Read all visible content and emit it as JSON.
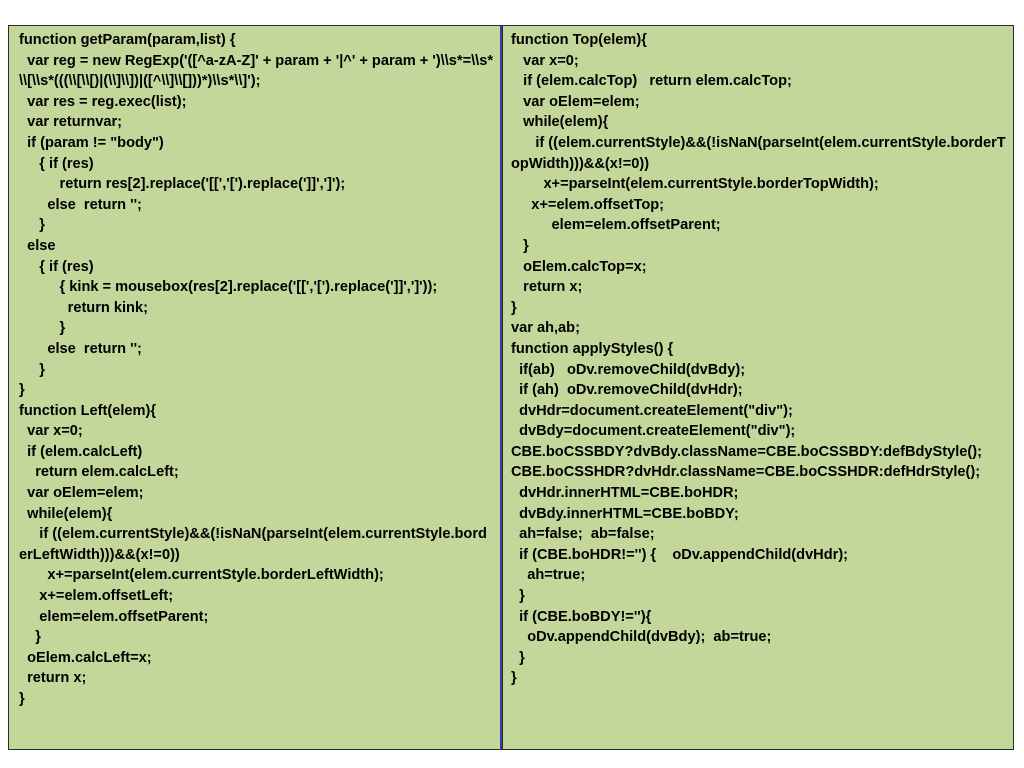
{
  "left_panel": {
    "lines": [
      "function getParam(param,list) {",
      "  var reg = new RegExp('([^a-zA-Z]' + param + '|^' + param + ')\\\\s*=\\\\s*\\\\[\\\\s*(((\\\\[\\\\[)|(\\\\]\\\\])|([^\\\\]\\\\[]))*)\\\\s*\\\\]');",
      "  var res = reg.exec(list);",
      "  var returnvar;",
      "  if (param != \"body\")",
      "     { if (res)",
      "          return res[2].replace('[[','[').replace(']]',']');",
      "       else  return '';",
      "     }",
      "  else",
      "     { if (res)",
      "          { kink = mousebox(res[2].replace('[[','[').replace(']]',']'));",
      "            return kink;",
      "          }",
      "       else  return '';",
      "     }",
      "}",
      "function Left(elem){",
      "  var x=0;",
      "  if (elem.calcLeft)",
      "    return elem.calcLeft;",
      "  var oElem=elem;",
      "  while(elem){",
      "     if ((elem.currentStyle)&&(!isNaN(parseInt(elem.currentStyle.borderLeftWidth)))&&(x!=0))",
      "       x+=parseInt(elem.currentStyle.borderLeftWidth);",
      "     x+=elem.offsetLeft;",
      "     elem=elem.offsetParent;",
      "    }",
      "  oElem.calcLeft=x;",
      "  return x;",
      "}"
    ]
  },
  "right_panel": {
    "lines": [
      "function Top(elem){",
      "   var x=0;",
      "   if (elem.calcTop)   return elem.calcTop;",
      "   var oElem=elem;",
      "   while(elem){",
      "      if ((elem.currentStyle)&&(!isNaN(parseInt(elem.currentStyle.borderTopWidth)))&&(x!=0))",
      "        x+=parseInt(elem.currentStyle.borderTopWidth);",
      "     x+=elem.offsetTop;",
      "          elem=elem.offsetParent;",
      "   }",
      "   oElem.calcTop=x;",
      "   return x;",
      "}",
      "var ah,ab;",
      "function applyStyles() {",
      "  if(ab)   oDv.removeChild(dvBdy);",
      "  if (ah)  oDv.removeChild(dvHdr);",
      "  dvHdr=document.createElement(\"div\");",
      "  dvBdy=document.createElement(\"div\");",
      "CBE.boCSSBDY?dvBdy.className=CBE.boCSSBDY:defBdyStyle();",
      "CBE.boCSSHDR?dvHdr.className=CBE.boCSSHDR:defHdrStyle();",
      "  dvHdr.innerHTML=CBE.boHDR;",
      "  dvBdy.innerHTML=CBE.boBDY;",
      "  ah=false;  ab=false;",
      "  if (CBE.boHDR!='') {    oDv.appendChild(dvHdr);",
      "    ah=true;",
      "  }",
      "  if (CBE.boBDY!=''){",
      "    oDv.appendChild(dvBdy);  ab=true;",
      "  }",
      "}"
    ]
  },
  "colors": {
    "panel_background": "#c3d79b",
    "divider": "#2f3fb0",
    "text": "#000000"
  }
}
